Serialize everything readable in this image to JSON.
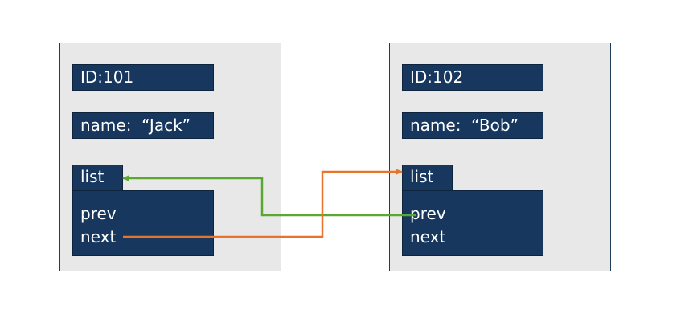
{
  "nodes": [
    {
      "id_label": "ID:101",
      "name_label": "name:  “Jack”",
      "list_label": "list",
      "prev_label": "prev",
      "next_label": "next"
    },
    {
      "id_label": "ID:102",
      "name_label": "name:  “Bob”",
      "list_label": "list",
      "prev_label": "prev",
      "next_label": "next"
    }
  ],
  "colors": {
    "prev_link": "#5aa832",
    "next_link": "#e8742c",
    "field_fill": "#17375e",
    "card_fill": "#e8e8e8"
  }
}
